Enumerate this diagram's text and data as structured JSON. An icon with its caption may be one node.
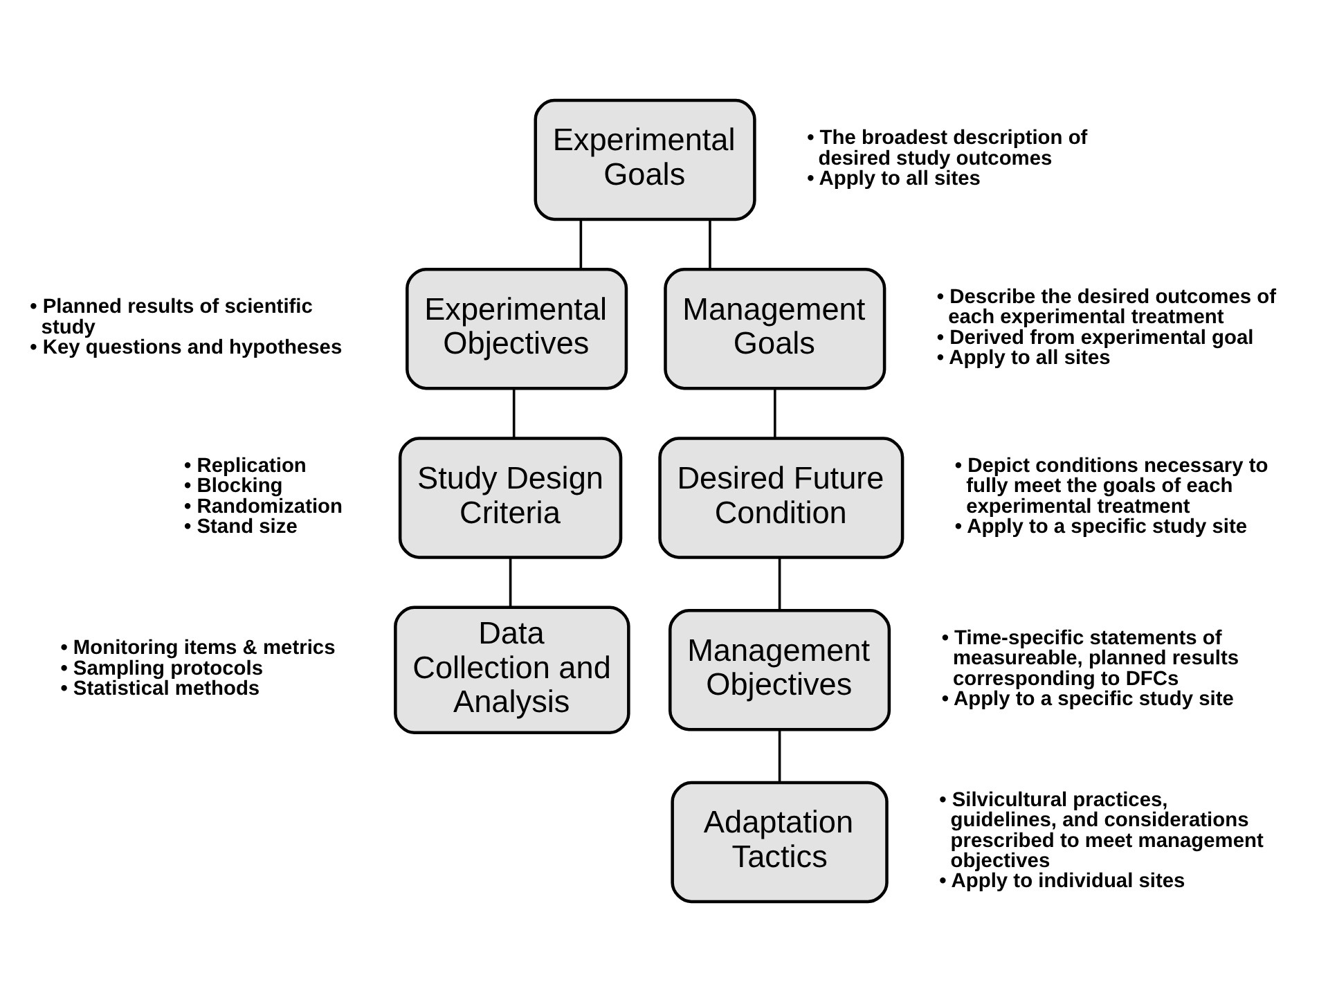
{
  "diagram": {
    "nodes": [
      {
        "text": [
          "Experimental Goals"
        ],
        "beside": [
          "• The broadest description of desired study outcomes",
          "• Apply to all sites"
        ]
      },
      {
        "text": [
          "Experimental Objectives"
        ],
        "beside": [
          "• Planned results of scientific study",
          "• Key questions and hypotheses"
        ]
      },
      {
        "text": [
          "Management Goals"
        ],
        "beside": [
          "• Describe the desired outcomes of each experimental treatment",
          "• Derived from experimental goal",
          "• Apply to all sites"
        ]
      },
      {
        "text": [
          "Study Design Criteria"
        ],
        "beside": [
          "• Replication",
          "• Blocking",
          "• Randomization",
          "• Stand size"
        ]
      },
      {
        "text": [
          "Desired Future Condition"
        ],
        "beside": [
          "• Depict conditions necessary to fully meet the goals of each experimental treatment",
          "• Apply to a specific study site"
        ]
      },
      {
        "text": [
          "Data Collection and Analysis"
        ],
        "beside": [
          "• Monitoring items & metrics",
          "• Sampling protocols",
          "• Statistical methods"
        ]
      },
      {
        "text": [
          "Management Objectives"
        ],
        "beside": [
          "• Time-specific statements of measureable, planned results corresponding to DFCs",
          "• Apply to a specific study site"
        ]
      },
      {
        "text": [
          "Adaptation Tactics"
        ],
        "beside": [
          "• Silvicultural practices, guidelines, and considerations prescribed to meet management objectives",
          "• Apply to individual sites"
        ]
      }
    ],
    "edges": [
      {
        "from": 0,
        "to": 1,
        "arrow": "none"
      },
      {
        "from": 0,
        "to": 2,
        "arrow": "none"
      },
      {
        "from": 1,
        "to": 3,
        "arrow": "none"
      },
      {
        "from": 2,
        "to": 4,
        "arrow": "none"
      },
      {
        "from": 3,
        "to": 5,
        "arrow": "none"
      },
      {
        "from": 4,
        "to": 6,
        "arrow": "none"
      },
      {
        "from": 6,
        "to": 7,
        "arrow": "none"
      }
    ]
  }
}
